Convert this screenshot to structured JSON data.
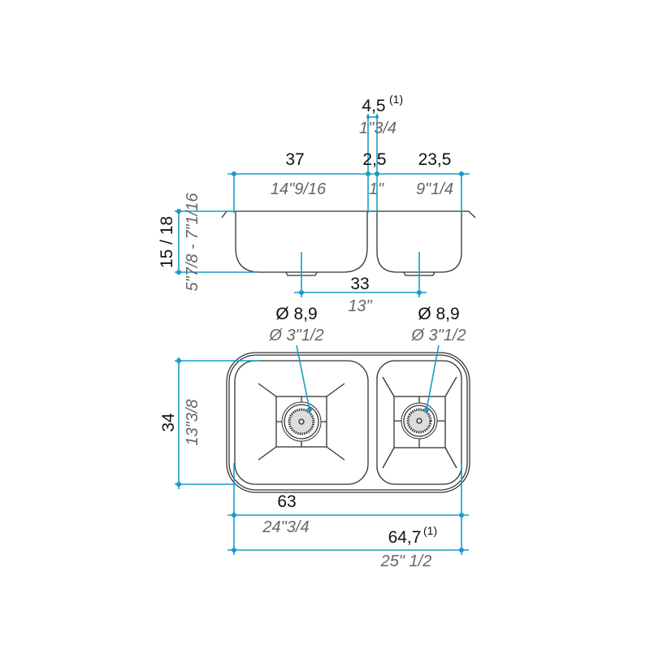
{
  "section_view": {
    "gap_metric": "4,5",
    "gap_note": "(1)",
    "gap_imperial": "1\"3/4",
    "left_width_metric": "37",
    "left_width_imperial": "14\"9/16",
    "divider_metric": "2,5",
    "divider_imperial": "1\"",
    "right_width_metric": "23,5",
    "right_width_imperial": "9\"1/4",
    "depth_metric": "15 / 18",
    "depth_imperial": "5\"7/8 - 7\"1/16",
    "drain_spacing_metric": "33",
    "drain_spacing_imperial": "13\""
  },
  "plan_view": {
    "left_drain_metric": "Ø 8,9",
    "left_drain_imperial": "Ø 3\"1/2",
    "right_drain_metric": "Ø 8,9",
    "right_drain_imperial": "Ø 3\"1/2",
    "height_metric": "34",
    "height_imperial": "13\"3/8",
    "bowl_width_metric": "63",
    "bowl_width_imperial": "24\"3/4",
    "total_width_metric": "64,7",
    "total_width_note": "(1)",
    "total_width_imperial": "25\" 1/2"
  },
  "colors": {
    "dimension": "#1a9ac9",
    "outline": "#333333",
    "imperial_text": "#666666"
  }
}
